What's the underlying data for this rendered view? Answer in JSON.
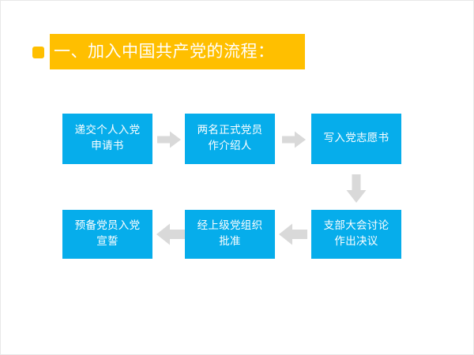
{
  "slide": {
    "background_color": "#FFFFFF",
    "accent_color": "#FFBF00",
    "box_color": "#06ADEB",
    "arrow_color": "#D9D9D9",
    "title": {
      "text": "一、加入中国共产党的流程：",
      "bullet": "square-bullet",
      "band_color": "#FFBF00",
      "text_color": "#FFFFFF"
    },
    "flow": {
      "steps": [
        {
          "id": 1,
          "label": "递交个人入党\n申请书",
          "row": "top",
          "column": 1
        },
        {
          "id": 2,
          "label": "两名正式党员\n作介绍人",
          "row": "top",
          "column": 2
        },
        {
          "id": 3,
          "label": "写入党志愿书",
          "row": "top",
          "column": 3
        },
        {
          "id": 4,
          "label": "支部大会讨论\n作出决议",
          "row": "bottom",
          "column": 3
        },
        {
          "id": 5,
          "label": "经上级党组织\n批准",
          "row": "bottom",
          "column": 2
        },
        {
          "id": 6,
          "label": "预备党员入党\n宣誓",
          "row": "bottom",
          "column": 1
        }
      ],
      "connectors": [
        {
          "id": 1,
          "icon": "arrow-right-icon",
          "from": 1,
          "to": 2
        },
        {
          "id": 2,
          "icon": "arrow-right-icon",
          "from": 2,
          "to": 3
        },
        {
          "id": 3,
          "icon": "arrow-down-icon",
          "from": 3,
          "to": 4
        },
        {
          "id": 4,
          "icon": "arrow-left-icon",
          "from": 4,
          "to": 5
        },
        {
          "id": 5,
          "icon": "arrow-left-icon",
          "from": 5,
          "to": 6
        }
      ]
    }
  }
}
